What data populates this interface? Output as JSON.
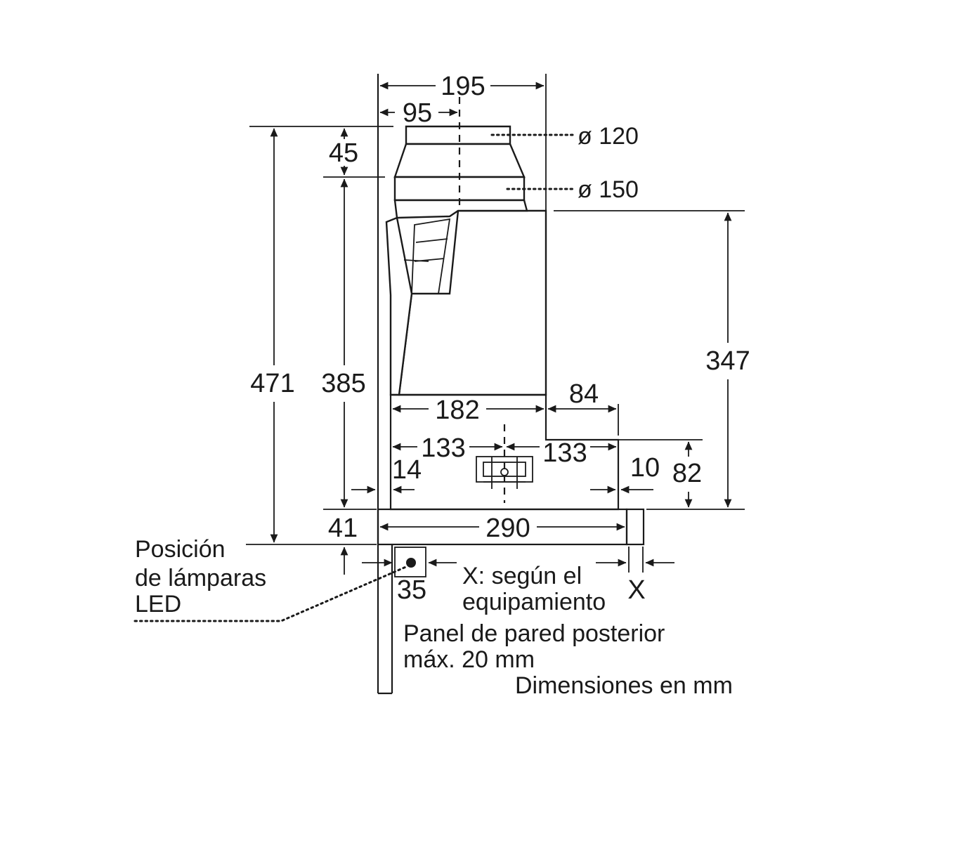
{
  "dimensions": {
    "d195": "195",
    "d95": "95",
    "d45": "45",
    "d471": "471",
    "d385": "385",
    "d347": "347",
    "d182": "182",
    "d84": "84",
    "d133_left": "133",
    "d133_right": "133",
    "d14": "14",
    "d10": "10",
    "d82": "82",
    "d41": "41",
    "d290": "290",
    "d35": "35",
    "dX": "X"
  },
  "labels": {
    "dia120": "ø 120",
    "dia150": "ø 150",
    "led_line1": "Posición",
    "led_line2": "de lámparas",
    "led_line3": "LED",
    "x_line1": "X: según el",
    "x_line2": "equipamiento",
    "panel_line1": "Panel de pared posterior",
    "panel_line2": "máx. 20 mm",
    "units": "Dimensiones en mm"
  }
}
